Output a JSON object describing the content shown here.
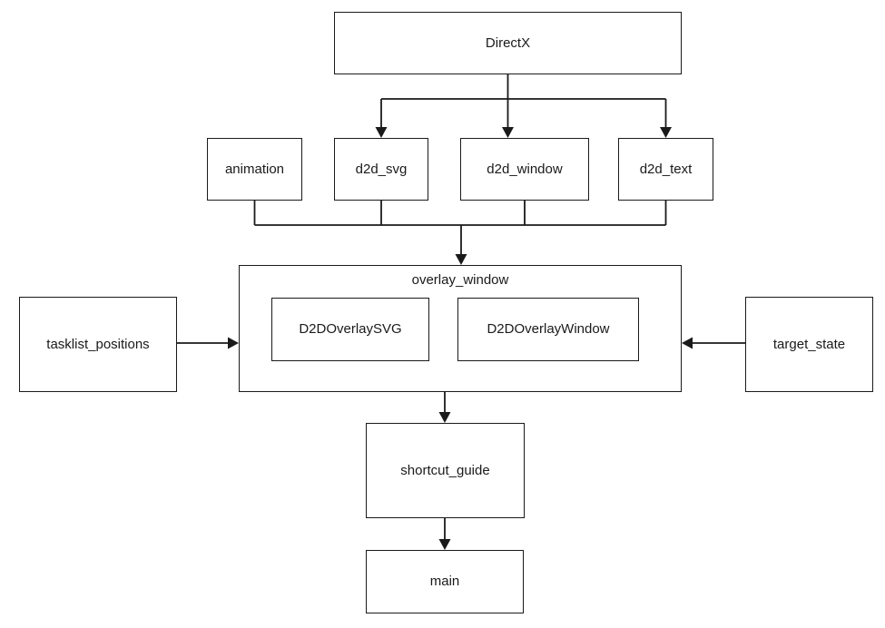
{
  "diagram": {
    "background_color": "#ffffff",
    "line_color": "#1a1a1a",
    "text_color": "#1a1a1a",
    "nodes": {
      "directx": {
        "label": "DirectX"
      },
      "animation": {
        "label": "animation"
      },
      "d2d_svg": {
        "label": "d2d_svg"
      },
      "d2d_window": {
        "label": "d2d_window"
      },
      "d2d_text": {
        "label": "d2d_text"
      },
      "overlay_window": {
        "label": "overlay_window"
      },
      "d2d_overlay_svg": {
        "label": "D2DOverlaySVG"
      },
      "d2d_overlay_window": {
        "label": "D2DOverlayWindow"
      },
      "tasklist_positions": {
        "label": "tasklist_positions"
      },
      "target_state": {
        "label": "target_state"
      },
      "shortcut_guide": {
        "label": "shortcut_guide"
      },
      "main": {
        "label": "main"
      }
    },
    "edges": [
      {
        "from": "DirectX",
        "to": "d2d_svg"
      },
      {
        "from": "DirectX",
        "to": "d2d_window"
      },
      {
        "from": "DirectX",
        "to": "d2d_text"
      },
      {
        "from": "animation",
        "to": "overlay_window"
      },
      {
        "from": "d2d_svg",
        "to": "overlay_window"
      },
      {
        "from": "d2d_window",
        "to": "overlay_window"
      },
      {
        "from": "d2d_text",
        "to": "overlay_window"
      },
      {
        "from": "tasklist_positions",
        "to": "overlay_window"
      },
      {
        "from": "target_state",
        "to": "overlay_window"
      },
      {
        "from": "overlay_window",
        "to": "shortcut_guide"
      },
      {
        "from": "shortcut_guide",
        "to": "main"
      }
    ]
  }
}
